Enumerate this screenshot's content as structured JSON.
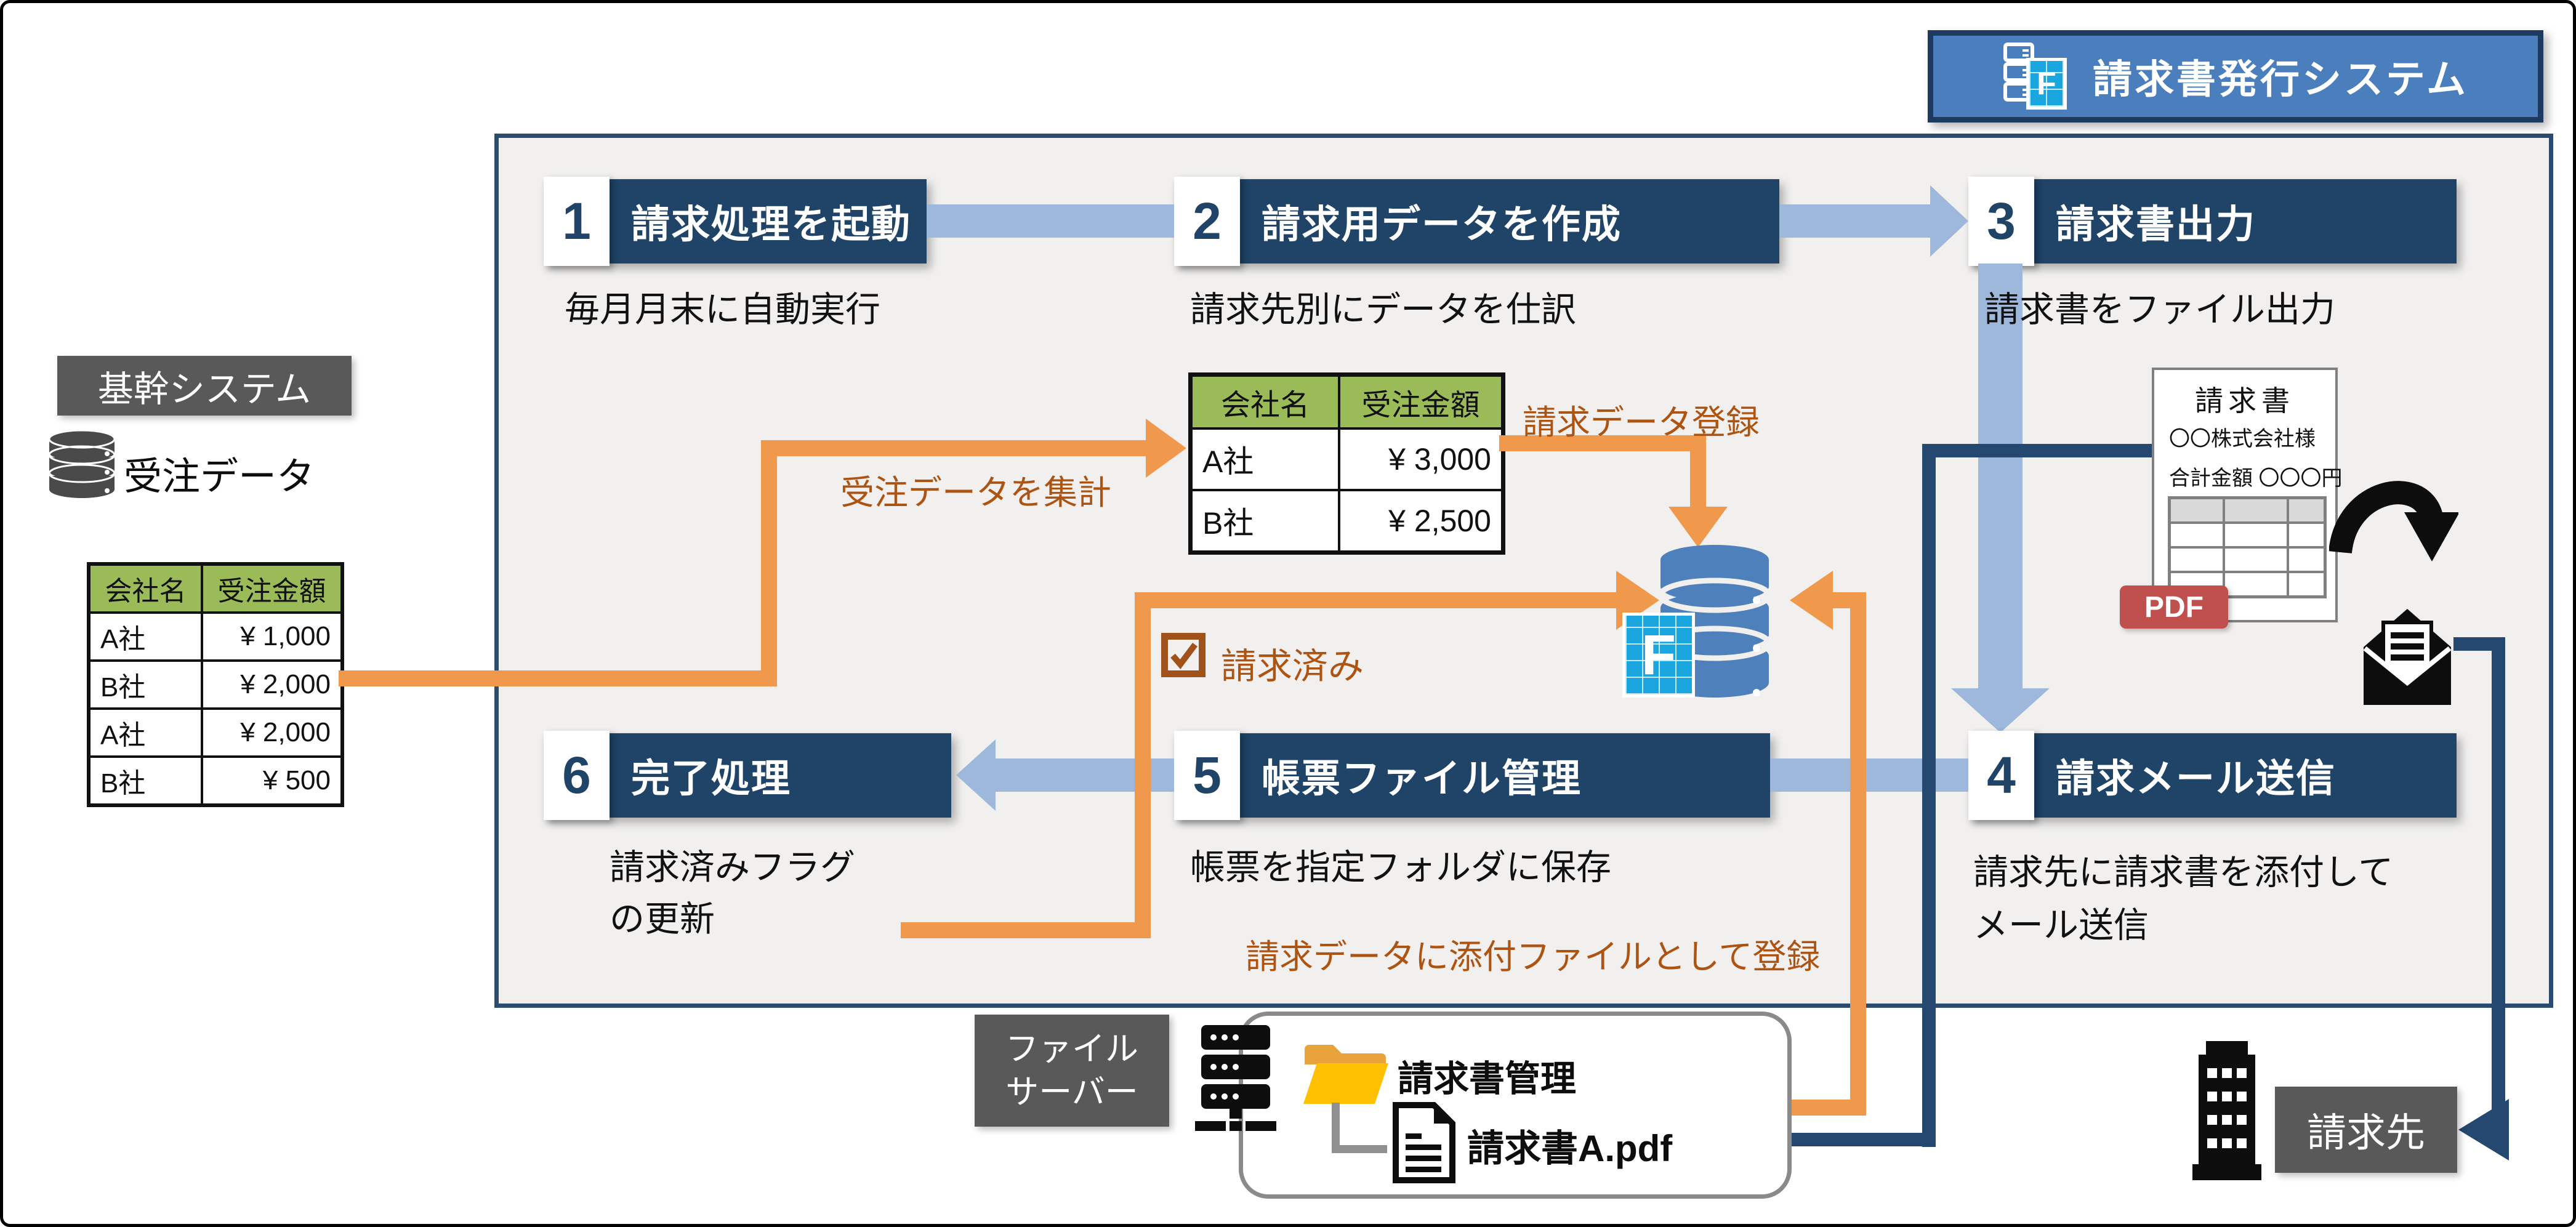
{
  "system_badge": {
    "title": "請求書発行システム",
    "f_letter": "F"
  },
  "core_system": {
    "label": "基幹システム",
    "datastore_label": "受注データ"
  },
  "left_table": {
    "headers": [
      "会社名",
      "受注金額"
    ],
    "rows": [
      {
        "company": "A社",
        "amount": "¥ 1,000"
      },
      {
        "company": "B社",
        "amount": "¥ 2,000"
      },
      {
        "company": "A社",
        "amount": "¥ 2,000"
      },
      {
        "company": "B社",
        "amount": "¥ 500"
      }
    ]
  },
  "mid_table": {
    "headers": [
      "会社名",
      "受注金額"
    ],
    "rows": [
      {
        "company": "A社",
        "amount": "¥ 3,000"
      },
      {
        "company": "B社",
        "amount": "¥ 2,500"
      }
    ]
  },
  "steps": {
    "s1": {
      "num": "1",
      "title": "請求処理を起動",
      "caption": "毎月月末に自動実行"
    },
    "s2": {
      "num": "2",
      "title": "請求用データを作成",
      "caption": "請求先別にデータを仕訳"
    },
    "s3": {
      "num": "3",
      "title": "請求書出力",
      "caption": "請求書をファイル出力"
    },
    "s4": {
      "num": "4",
      "title": "請求メール送信",
      "caption_line1": "請求先に請求書を添付して",
      "caption_line2": "メール送信"
    },
    "s5": {
      "num": "5",
      "title": "帳票ファイル管理",
      "caption": "帳票を指定フォルダに保存",
      "note": "請求データに添付ファイルとして登録"
    },
    "s6": {
      "num": "6",
      "title": "完了処理",
      "caption_line1": "請求済みフラグ",
      "caption_line2": "の更新"
    }
  },
  "flow_labels": {
    "aggregate": "受注データを集計",
    "register": "請求データ登録",
    "billed": "請求済み"
  },
  "invoice_doc": {
    "title": "請求書",
    "line1": "〇〇株式会社様",
    "line2": "合計金額 〇〇〇円",
    "badge": "PDF",
    "f_letter": "F"
  },
  "file_server": {
    "label_line1": "ファイル",
    "label_line2": "サーバー",
    "folder": "請求書管理",
    "file": "請求書A.pdf"
  },
  "billing_dest": {
    "label": "請求先"
  },
  "colors": {
    "step_navy": "#1F4468",
    "header_blue": "#4A7EBC",
    "connector_blue": "#9DB8DB",
    "flow_orange": "#F0994C",
    "label_brown": "#AD5413",
    "navy_line": "#24486F",
    "table_green": "#9BBB59",
    "gray_box": "#595959",
    "pdf_red": "#C0504D",
    "db_blue": "#4E81BC",
    "f_icon_blue": "#1CA6E0",
    "folder_gold": "#FFC000"
  }
}
